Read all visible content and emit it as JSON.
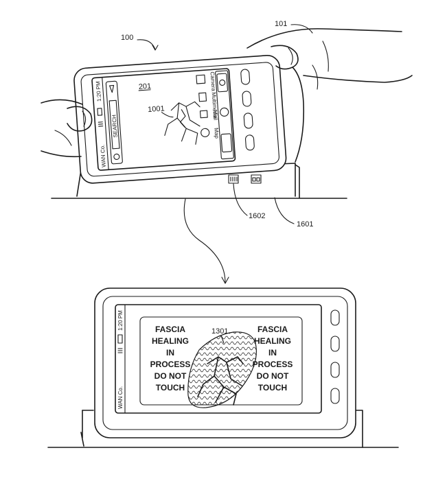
{
  "labels": {
    "ref_100": "100",
    "ref_101": "101",
    "ref_201": "201",
    "ref_1001": "1001",
    "ref_1602": "1602",
    "ref_1601": "1601",
    "ref_1301": "1301"
  },
  "top_phone": {
    "carrier": "WAN Co.",
    "time": "1:20 PM",
    "search": "SEARCH",
    "apps": [
      "Map",
      "Mail",
      "Multimedia",
      "Camera"
    ]
  },
  "bottom_phone": {
    "carrier": "WAN Co.",
    "time": "1:20 PM",
    "warning_left": [
      "FASCIA",
      "HEALING",
      "IN",
      "PROCESS",
      "DO NOT",
      "TOUCH"
    ],
    "warning_right": [
      "FASCIA",
      "HEALING",
      "IN",
      "PROCESS",
      "DO NOT",
      "TOUCH"
    ]
  }
}
